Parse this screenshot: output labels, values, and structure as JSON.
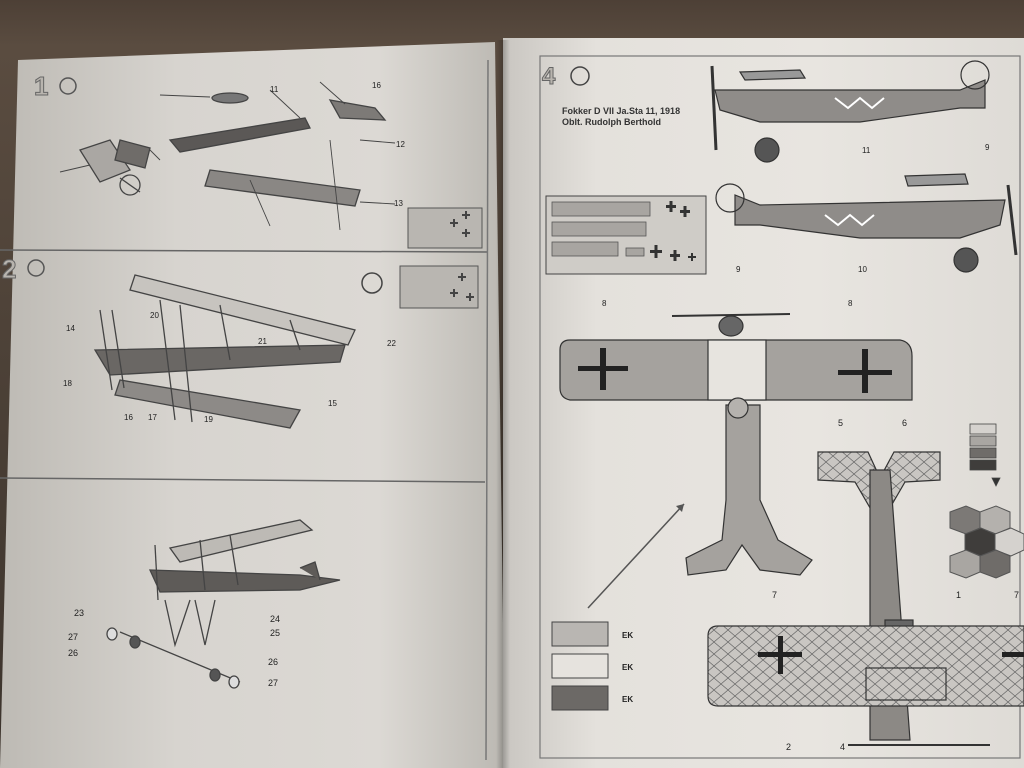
{
  "instructions": {
    "caption_line1": "Fokker D VII Ja.Sta 11, 1918",
    "caption_line2": "Oblt. Rudolph Berthold",
    "steps": [
      "1",
      "2",
      "4"
    ],
    "left_callouts": [
      "16",
      "11",
      "12",
      "13",
      "14",
      "20",
      "21",
      "22",
      "18",
      "16",
      "17",
      "19",
      "15",
      "23",
      "24",
      "25",
      "27",
      "26",
      "26",
      "27"
    ],
    "right_callouts": [
      "11",
      "9",
      "9",
      "10",
      "8",
      "8",
      "5",
      "6",
      "7",
      "1",
      "7",
      "2",
      "4"
    ],
    "swatch_marks": [
      "EK",
      "EK",
      "EK"
    ]
  },
  "colors": {
    "paper": "#e4e1dc",
    "ink": "#333333",
    "background": "#4a3f35"
  }
}
